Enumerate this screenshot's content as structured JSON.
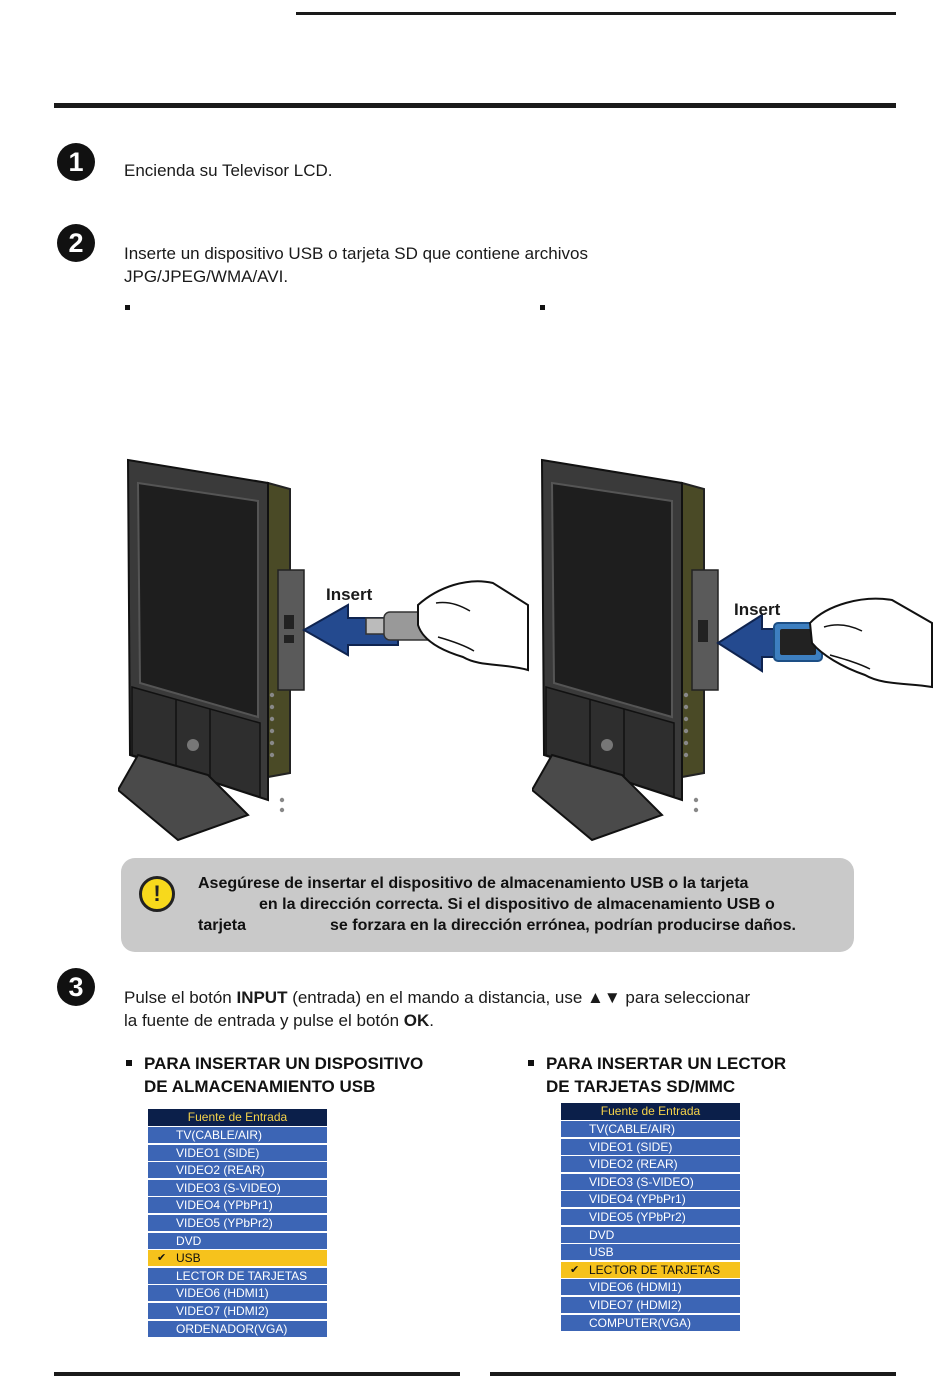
{
  "steps": [
    {
      "number": "1",
      "text": "Encienda su Televisor LCD."
    },
    {
      "number": "2",
      "line1": "Inserte un dispositivo USB o tarjeta SD que contiene archivos",
      "line2": "JPG/JPEG/WMA/AVI."
    },
    {
      "number": "3",
      "text_a": "Pulse el botón ",
      "bold_a": "INPUT",
      "text_b": " (entrada) en el mando a distancia, use ▲▼ para seleccionar",
      "text_c": "la fuente de entrada y pulse el botón ",
      "bold_b": "OK",
      "text_d": "."
    }
  ],
  "illustrations": {
    "left_label": "Insert",
    "right_label": "Insert"
  },
  "notice": {
    "icon": "exclamation-icon",
    "line1": "Asegúrese de insertar el dispositivo de almacenamiento USB o la tarjeta",
    "line2": "en la dirección correcta. Si el dispositivo de almacenamiento USB o",
    "line3a": "tarjeta",
    "line3b": "se forzara en la dirección errónea, podrían producirse daños."
  },
  "subheads": {
    "usb_line1": "PARA INSERTAR UN DISPOSITIVO",
    "usb_line2": "DE ALMACENAMIENTO USB",
    "card_line1": "PARA INSERTAR UN LECTOR",
    "card_line2": "DE TARJETAS SD/MMC"
  },
  "menu_usb": {
    "title": "Fuente de Entrada",
    "items": [
      "TV(CABLE/AIR)",
      "VIDEO1 (SIDE)",
      "VIDEO2 (REAR)",
      "VIDEO3 (S-VIDEO)",
      "VIDEO4 (YPbPr1)",
      "VIDEO5 (YPbPr2)",
      "DVD",
      "USB",
      "LECTOR DE TARJETAS",
      "VIDEO6 (HDMI1)",
      "VIDEO7 (HDMI2)",
      "ORDENADOR(VGA)"
    ],
    "selected_index": 7,
    "check": "✔"
  },
  "menu_card": {
    "title": "Fuente de Entrada",
    "items": [
      "TV(CABLE/AIR)",
      "VIDEO1 (SIDE)",
      "VIDEO2 (REAR)",
      "VIDEO3 (S-VIDEO)",
      "VIDEO4 (YPbPr1)",
      "VIDEO5 (YPbPr2)",
      "DVD",
      "USB",
      "LECTOR DE TARJETAS",
      "VIDEO6 (HDMI1)",
      "VIDEO7 (HDMI2)",
      "COMPUTER(VGA)"
    ],
    "selected_index": 8,
    "check": "✔"
  },
  "colors": {
    "menu_title_bg": "#0b1f4a",
    "menu_title_text": "#f4d24a",
    "menu_item_bg": "#3c65b5",
    "menu_selected_bg": "#f6c21c",
    "notice_bg": "#c9c9c9",
    "arrow_blue": "#244a8f"
  }
}
